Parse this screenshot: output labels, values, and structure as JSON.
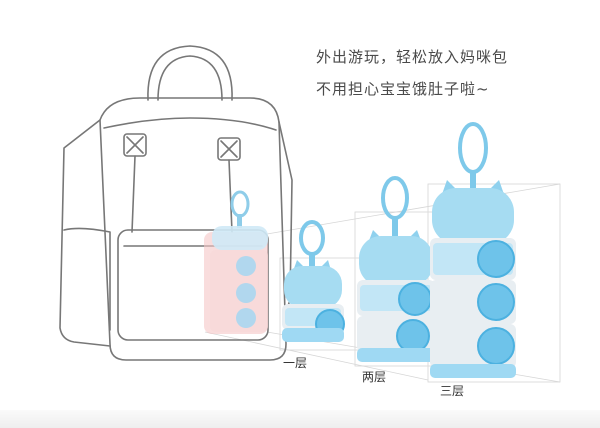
{
  "headline": {
    "line1": "外出游玩，轻松放入妈咪包",
    "line2": "不用担心宝宝饿肚子啦~"
  },
  "labels": {
    "tiers": [
      "一层",
      "两层",
      "三层"
    ]
  },
  "colors": {
    "container_blue": "#9fd9f3",
    "disc_blue": "#6ec3ea",
    "tier_white": "#e8eef2",
    "bag_outline": "#7a7a7a",
    "pocket_pink": "#f5c7c7"
  }
}
